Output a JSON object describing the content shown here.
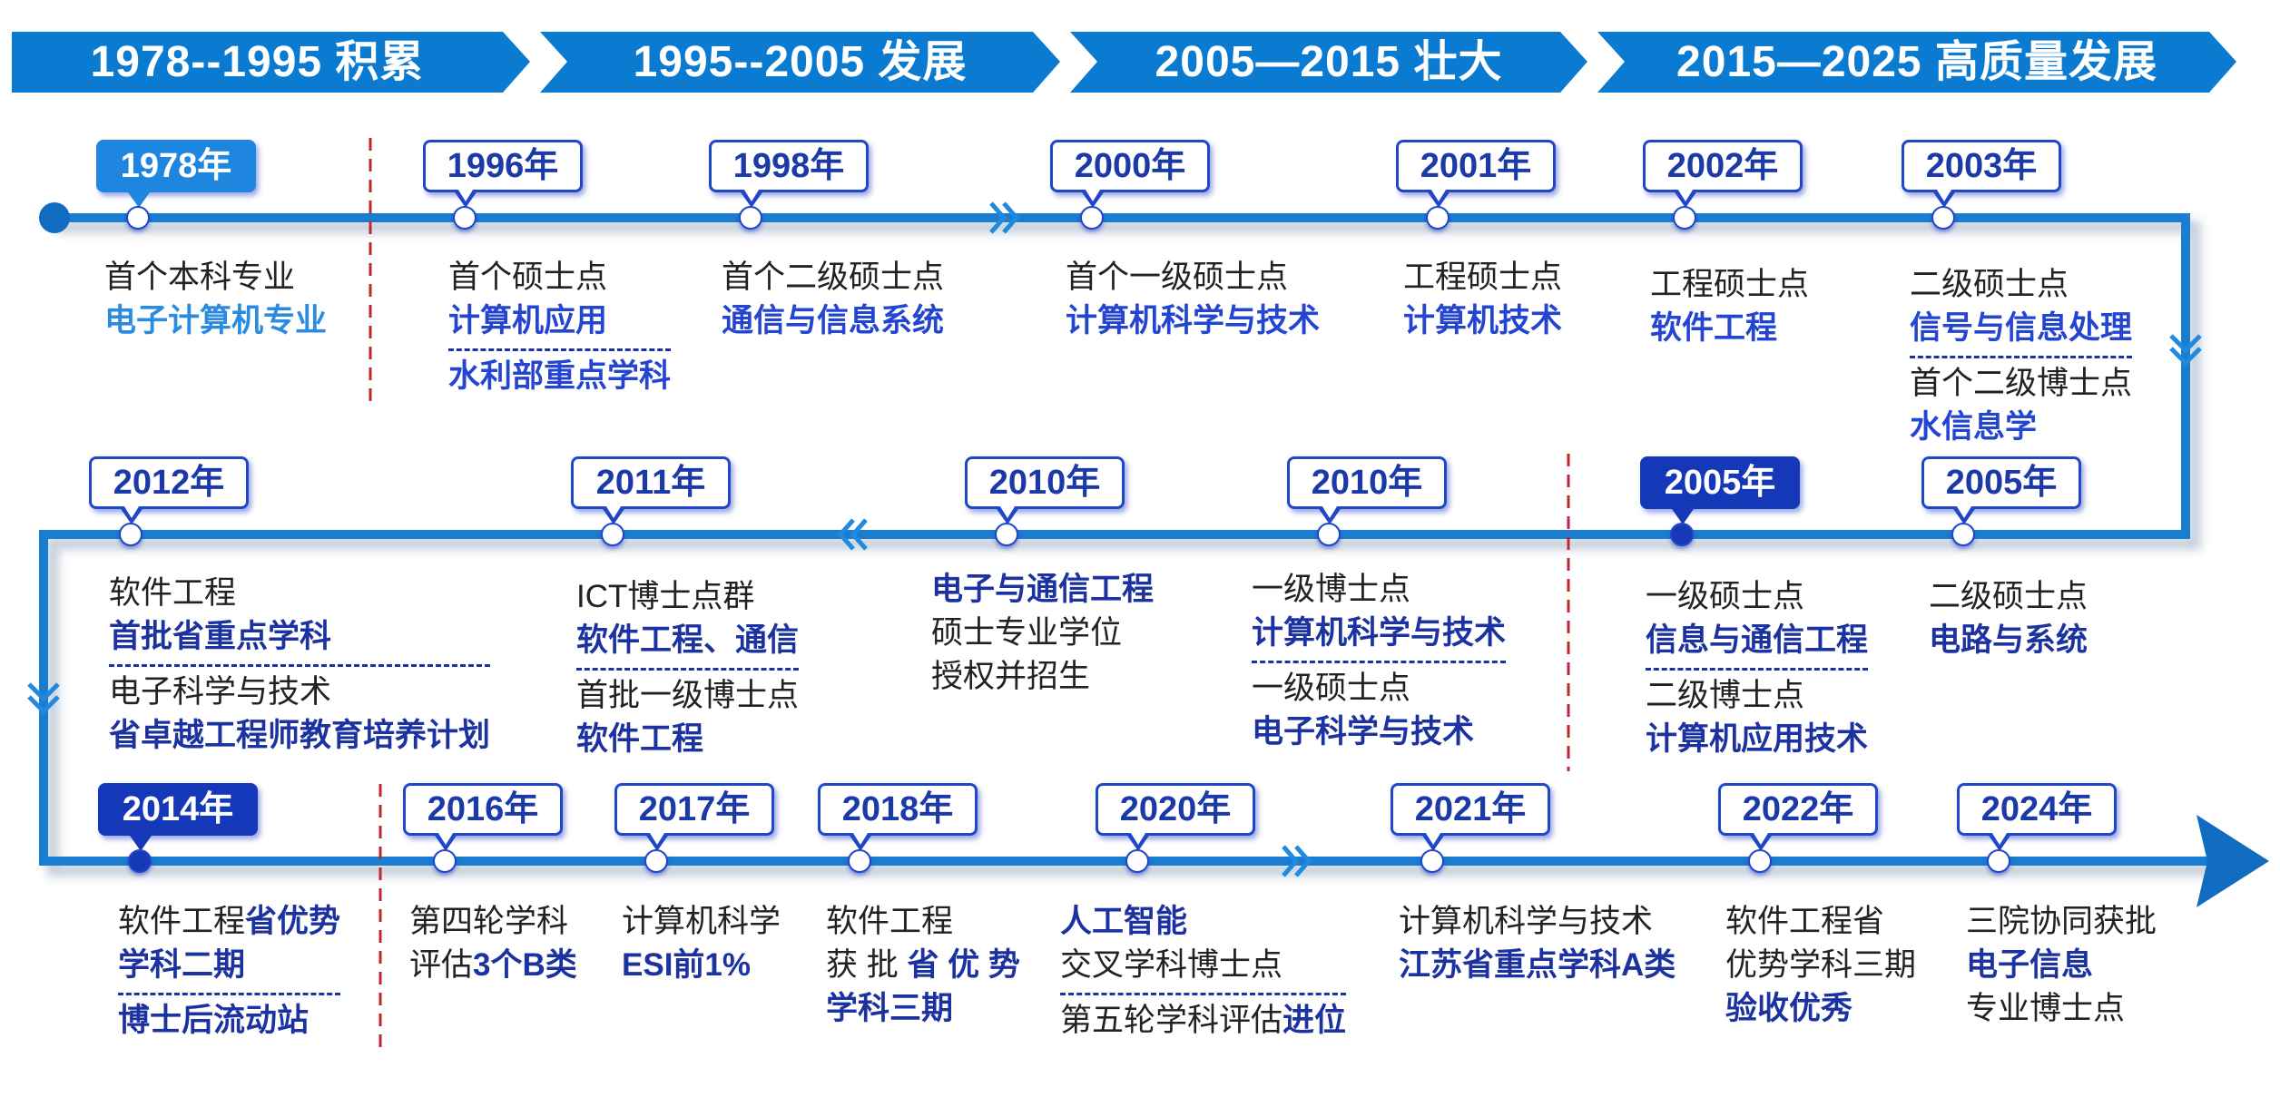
{
  "banners": [
    {
      "label": "1978--1995 积累"
    },
    {
      "label": "1995--2005 发展"
    },
    {
      "label": "2005—2015 壮大"
    },
    {
      "label": "2015—2025 高质量发展"
    }
  ],
  "colors": {
    "banner": "#0b7bd2",
    "line": "#1a7dd0",
    "divider": "#c0262c",
    "text_blue": "#1b32a0"
  },
  "events": [
    {
      "year": "1978年",
      "style": "light",
      "lines": [
        {
          "segs": [
            {
              "t": "首个本科专业",
              "b": false
            }
          ]
        },
        {
          "segs": [
            {
              "t": "电子计算机专业",
              "b": true
            }
          ]
        }
      ]
    },
    {
      "year": "1996年",
      "style": "outline",
      "lines": [
        {
          "segs": [
            {
              "t": "首个硕士点",
              "b": false
            }
          ]
        },
        {
          "segs": [
            {
              "t": "计算机应用",
              "b": true
            }
          ],
          "sep": true
        },
        {
          "segs": [
            {
              "t": "水利部重点学科",
              "b": true
            }
          ]
        }
      ]
    },
    {
      "year": "1998年",
      "style": "outline",
      "lines": [
        {
          "segs": [
            {
              "t": "首个二级硕士点",
              "b": false
            }
          ]
        },
        {
          "segs": [
            {
              "t": "通信与信息系统",
              "b": true
            }
          ]
        }
      ]
    },
    {
      "year": "2000年",
      "style": "outline",
      "lines": [
        {
          "segs": [
            {
              "t": "首个一级硕士点",
              "b": false
            }
          ]
        },
        {
          "segs": [
            {
              "t": "计算机科学与技术",
              "b": true
            }
          ]
        }
      ]
    },
    {
      "year": "2001年",
      "style": "outline",
      "lines": [
        {
          "segs": [
            {
              "t": "工程硕士点",
              "b": false
            }
          ]
        },
        {
          "segs": [
            {
              "t": "计算机技术",
              "b": true
            }
          ]
        }
      ]
    },
    {
      "year": "2002年",
      "style": "outline",
      "lines": [
        {
          "segs": [
            {
              "t": "工程硕士点",
              "b": false
            }
          ]
        },
        {
          "segs": [
            {
              "t": "软件工程",
              "b": true
            }
          ]
        }
      ]
    },
    {
      "year": "2003年",
      "style": "outline",
      "lines": [
        {
          "segs": [
            {
              "t": "二级硕士点",
              "b": false
            }
          ]
        },
        {
          "segs": [
            {
              "t": "信号与信息处理",
              "b": true
            }
          ],
          "sep": true
        },
        {
          "segs": [
            {
              "t": "首个二级博士点",
              "b": false
            }
          ]
        },
        {
          "segs": [
            {
              "t": "水信息学",
              "b": true
            }
          ]
        }
      ]
    },
    {
      "year": "2012年",
      "style": "outline",
      "lines": [
        {
          "segs": [
            {
              "t": "软件工程",
              "b": false
            }
          ]
        },
        {
          "segs": [
            {
              "t": "首批省重点学科",
              "b": true
            }
          ],
          "sep": true
        },
        {
          "segs": [
            {
              "t": "电子科学与技术",
              "b": false
            }
          ]
        },
        {
          "segs": [
            {
              "t": "省卓越工程师教育培养计划",
              "b": true
            }
          ]
        }
      ]
    },
    {
      "year": "2011年",
      "style": "outline",
      "lines": [
        {
          "segs": [
            {
              "t": "ICT博士点群",
              "b": false
            }
          ]
        },
        {
          "segs": [
            {
              "t": "软件工程、通信",
              "b": true
            }
          ],
          "sep": true
        },
        {
          "segs": [
            {
              "t": "首批一级博士点",
              "b": false
            }
          ]
        },
        {
          "segs": [
            {
              "t": "软件工程",
              "b": true
            }
          ]
        }
      ]
    },
    {
      "year": "2010年",
      "style": "outline",
      "lines": [
        {
          "segs": [
            {
              "t": "电子与通信工程",
              "b": true
            }
          ]
        },
        {
          "segs": [
            {
              "t": "硕士专业学位",
              "b": false
            }
          ]
        },
        {
          "segs": [
            {
              "t": "授权并招生",
              "b": false
            }
          ]
        }
      ]
    },
    {
      "year": "2010年",
      "style": "outline",
      "lines": [
        {
          "segs": [
            {
              "t": "一级博士点",
              "b": false
            }
          ]
        },
        {
          "segs": [
            {
              "t": "计算机科学与技术",
              "b": true
            }
          ],
          "sep": true
        },
        {
          "segs": [
            {
              "t": "一级硕士点",
              "b": false
            }
          ]
        },
        {
          "segs": [
            {
              "t": "电子科学与技术",
              "b": true
            }
          ]
        }
      ]
    },
    {
      "year": "2005年",
      "style": "dark",
      "lines": [
        {
          "segs": [
            {
              "t": "一级硕士点",
              "b": false
            }
          ]
        },
        {
          "segs": [
            {
              "t": "信息与通信工程",
              "b": true
            }
          ],
          "sep": true
        },
        {
          "segs": [
            {
              "t": "二级博士点",
              "b": false
            }
          ]
        },
        {
          "segs": [
            {
              "t": "计算机应用技术",
              "b": true
            }
          ]
        }
      ]
    },
    {
      "year": "2005年",
      "style": "outline",
      "lines": [
        {
          "segs": [
            {
              "t": "二级硕士点",
              "b": false
            }
          ]
        },
        {
          "segs": [
            {
              "t": "电路与系统",
              "b": true
            }
          ]
        }
      ]
    },
    {
      "year": "2014年",
      "style": "dark",
      "lines": [
        {
          "segs": [
            {
              "t": "软件工程",
              "b": false
            },
            {
              "t": "省优势",
              "b": true
            }
          ]
        },
        {
          "segs": [
            {
              "t": "学科二期",
              "b": true
            }
          ],
          "sep": true
        },
        {
          "segs": [
            {
              "t": "博士后流动站",
              "b": true
            }
          ]
        }
      ]
    },
    {
      "year": "2016年",
      "style": "outline",
      "lines": [
        {
          "segs": [
            {
              "t": "第四轮学科",
              "b": false
            }
          ]
        },
        {
          "segs": [
            {
              "t": "评估",
              "b": false
            },
            {
              "t": "3个B类",
              "b": true
            }
          ]
        }
      ]
    },
    {
      "year": "2017年",
      "style": "outline",
      "lines": [
        {
          "segs": [
            {
              "t": "计算机科学",
              "b": false
            }
          ]
        },
        {
          "segs": [
            {
              "t": "ESI前1%",
              "b": true
            }
          ]
        }
      ]
    },
    {
      "year": "2018年",
      "style": "outline",
      "lines": [
        {
          "segs": [
            {
              "t": "软件工程",
              "b": false
            }
          ]
        },
        {
          "segs": [
            {
              "t": "获 批 ",
              "b": false
            },
            {
              "t": "省 优 势",
              "b": true
            }
          ]
        },
        {
          "segs": [
            {
              "t": "学科三期",
              "b": true
            }
          ]
        }
      ]
    },
    {
      "year": "2020年",
      "style": "outline",
      "lines": [
        {
          "segs": [
            {
              "t": "人工智能",
              "b": true
            }
          ]
        },
        {
          "segs": [
            {
              "t": "交叉学科博士点",
              "b": false
            }
          ],
          "sep": true
        },
        {
          "segs": [
            {
              "t": "第五轮学科评估",
              "b": false
            },
            {
              "t": "进位",
              "b": true
            }
          ]
        }
      ]
    },
    {
      "year": "2021年",
      "style": "outline",
      "lines": [
        {
          "segs": [
            {
              "t": "计算机科学与技术",
              "b": false
            }
          ]
        },
        {
          "segs": [
            {
              "t": "江苏省重点学科A类",
              "b": true
            }
          ]
        }
      ]
    },
    {
      "year": "2022年",
      "style": "outline",
      "lines": [
        {
          "segs": [
            {
              "t": "软件工程省",
              "b": false
            }
          ]
        },
        {
          "segs": [
            {
              "t": "优势学科三期",
              "b": false
            }
          ]
        },
        {
          "segs": [
            {
              "t": "验收优秀",
              "b": true
            }
          ]
        }
      ]
    },
    {
      "year": "2024年",
      "style": "outline",
      "lines": [
        {
          "segs": [
            {
              "t": "三院协同获批",
              "b": false
            }
          ]
        },
        {
          "segs": [
            {
              "t": "电子信息",
              "b": true
            }
          ]
        },
        {
          "segs": [
            {
              "t": "专业博士点",
              "b": false
            }
          ]
        }
      ]
    }
  ]
}
